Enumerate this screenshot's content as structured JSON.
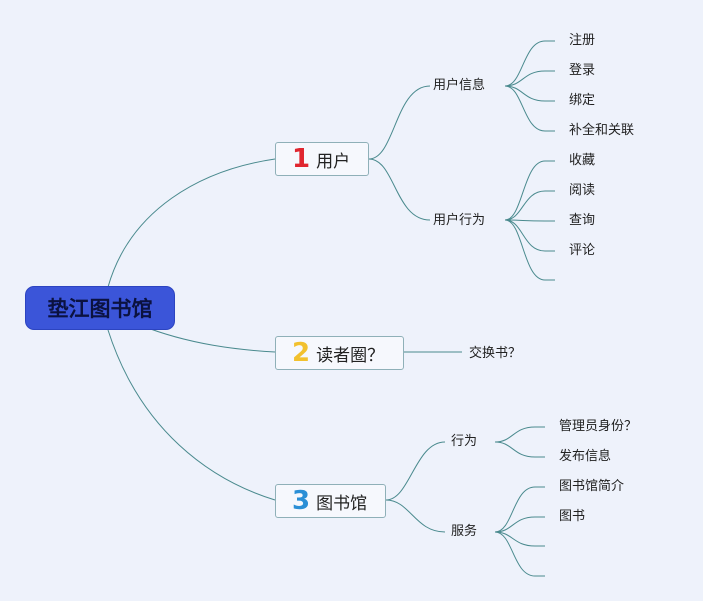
{
  "root": "垫江图书馆",
  "topics": [
    {
      "number": "1",
      "label": "用户",
      "number_color": "#e0262f",
      "groups": [
        {
          "label": "用户信息",
          "leaves": [
            "注册",
            "登录",
            "绑定",
            "补全和关联"
          ]
        },
        {
          "label": "用户行为",
          "leaves": [
            "收藏",
            "阅读",
            "查询",
            "评论",
            ""
          ]
        }
      ]
    },
    {
      "number": "2",
      "label": "读者圈？",
      "number_color": "#f2c12e",
      "groups": [
        {
          "label": "交换书？",
          "leaves": []
        }
      ]
    },
    {
      "number": "3",
      "label": "图书馆",
      "number_color": "#2b8fd6",
      "groups": [
        {
          "label": "行为",
          "leaves": [
            "管理员身份？",
            "发布信息"
          ]
        },
        {
          "label": "服务",
          "leaves": [
            "图书馆简介",
            "图书",
            "",
            ""
          ]
        }
      ]
    }
  ],
  "colors": {
    "background": "#eef2fb",
    "root_fill": "#3b55d9",
    "line": "#4a8a8e",
    "topic_border": "#8fb0b8"
  }
}
